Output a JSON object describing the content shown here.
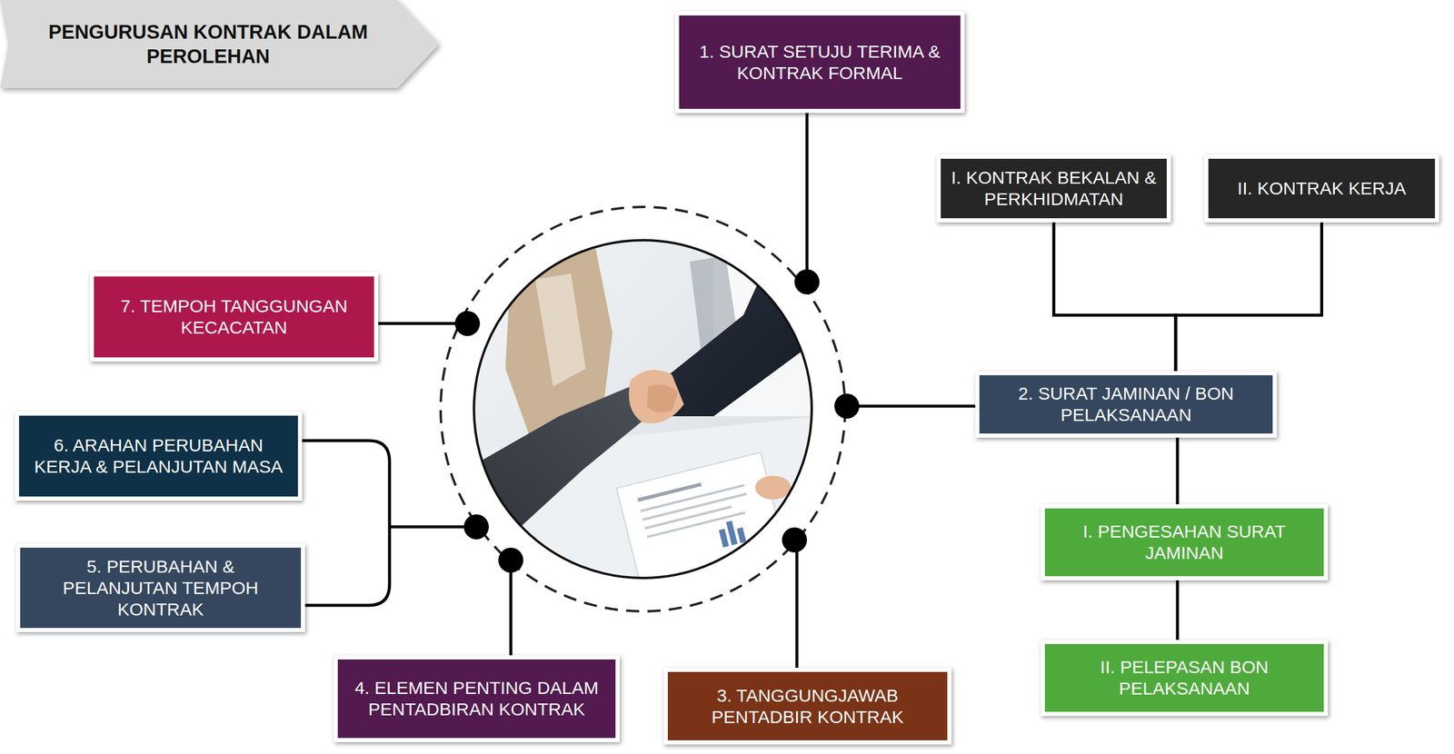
{
  "diagram": {
    "title": "PENGURUSAN KONTRAK DALAM PEROLEHAN",
    "nodes": [
      {
        "text": [
          "1. SURAT SETUJU TERIMA & KONTRAK FORMAL"
        ]
      },
      {
        "text": [
          "I. KONTRAK BEKALAN & PERKHIDMATAN"
        ]
      },
      {
        "text": [
          "II. KONTRAK KERJA"
        ]
      },
      {
        "text": [
          "7. TEMPOH TANGGUNGAN KECACATAN"
        ]
      },
      {
        "text": [
          "2. SURAT JAMINAN / BON PELAKSANAAN"
        ]
      },
      {
        "text": [
          "6. ARAHAN PERUBAHAN KERJA & PELANJUTAN MASA"
        ]
      },
      {
        "text": [
          "I. PENGESAHAN SURAT JAMINAN"
        ]
      },
      {
        "text": [
          "5. PERUBAHAN & PELANJUTAN TEMPOH KONTRAK"
        ]
      },
      {
        "text": [
          "II. PELEPASAN BON PELAKSANAAN"
        ]
      },
      {
        "text": [
          "4. ELEMEN PENTING DALAM PENTADBIRAN KONTRAK"
        ]
      },
      {
        "text": [
          "3. TANGGUNGJAWAB PENTADBIR KONTRAK"
        ]
      }
    ],
    "edges": [
      {
        "from": 1,
        "to": 4,
        "arrow": "none"
      },
      {
        "from": 2,
        "to": 4,
        "arrow": "none"
      },
      {
        "from": 4,
        "to": 6,
        "arrow": "none"
      },
      {
        "from": 6,
        "to": 8,
        "arrow": "none"
      }
    ]
  }
}
